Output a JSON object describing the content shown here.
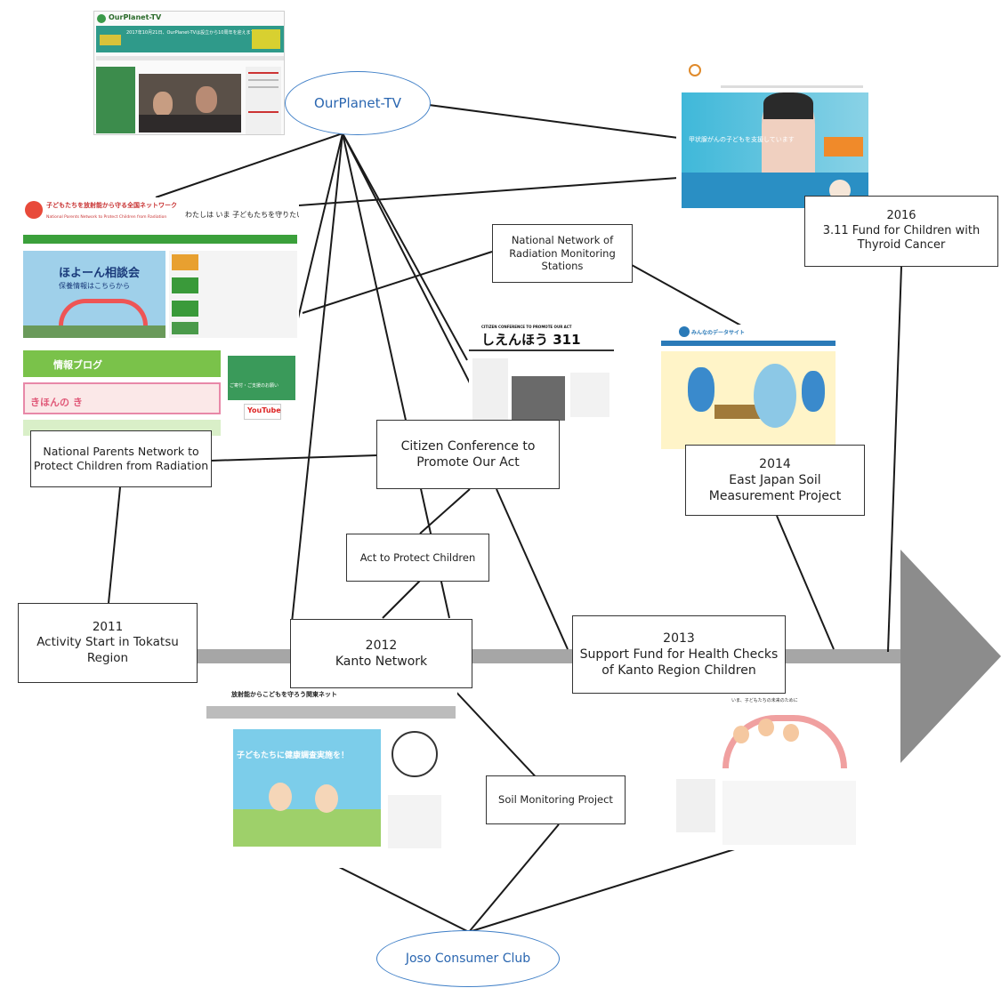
{
  "nodes": {
    "ourplanet": "OurPlanet-TV",
    "joso": "Joso Consumer Club",
    "parents_network": "National Parents Network  to\nProtect Children from Radiation",
    "radiation_stations": "National Network of\nRadiation Monitoring\nStations",
    "citizen_conference": "Citizen Conference to\nPromote Our Act",
    "act_protect": "Act to Protect Children",
    "soil_monitoring": "Soil  Monitoring Project",
    "fund_2016": "2016\n3.11 Fund for Children with\nThyroid Cancer",
    "soil_2014": "2014\nEast Japan Soil\nMeasurement Project",
    "activity_2011": "2011\nActivity Start in Tokatsu  Region",
    "kanto_2012": "2012\nKanto Network",
    "health_2013": "2013\nSupport Fund for Health Checks\nof Kanto Region Children"
  },
  "screenshots": {
    "ourplanet_logo": "OurPlanet-TV",
    "ourplanet_banner": "2017年10月21日、OurPlanet-TVは設立から10周年を迎えます",
    "fund_banner": "甲状腺がんの子どもを支援しています",
    "parents_title": "子どもたちを放射能から守る全国ネットワーク",
    "parents_subtitle": "National Parents Network to Protect Children from Radiation",
    "parents_slogan": "わたしは いま 子どもたちを守りたい。",
    "parents_hoyo": "ほよーん相談会",
    "parents_hoyo_sub": "保養情報はこちらから",
    "parents_blog": "情報ブログ",
    "parents_kihon": "きほんの き",
    "parents_donate": "ご寄付・ご支援のお願い",
    "youtube": "YouTube",
    "citizen_header": "CITIZEN CONFERENCE TO PROMOTE OUR ACT",
    "citizen_title": "しえんほう 311",
    "soil_logo": "みんなのデータサイト",
    "kanto_title": "放射能からこどもを守ろう関東ネット",
    "kanto_banner": "子どもたちに健康調査実施を！",
    "health_banner": "いま、子どもたちの未来のために"
  },
  "colors": {
    "arrow": "#a6a6a6",
    "ellipse_stroke": "#3f7fc7",
    "ellipse_text": "#2a66b0",
    "line": "#1a1a1a"
  }
}
